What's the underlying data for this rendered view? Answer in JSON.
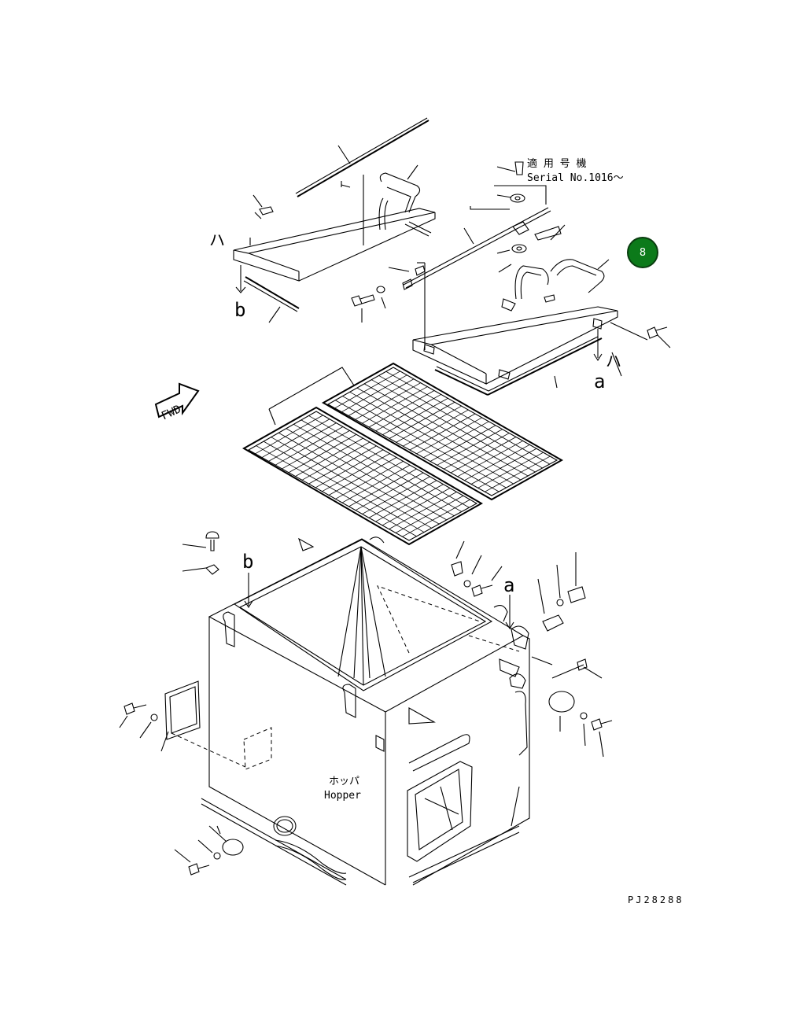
{
  "labels": {
    "applicable_models_jp": "適 用 号 機",
    "serial_no": "Serial No.1016〜",
    "fwd": "FWD",
    "hopper_jp": "ホッパ",
    "hopper_en": "Hopper",
    "ref_a_top": "a",
    "ref_b_top": "b",
    "ref_a_lower": "a",
    "ref_b_lower": "b",
    "ro_left": "ハ",
    "ro_right": "ハ",
    "drawing_number": "PJ28288"
  },
  "badge": {
    "text": "8",
    "color": "#0c7a1a"
  }
}
